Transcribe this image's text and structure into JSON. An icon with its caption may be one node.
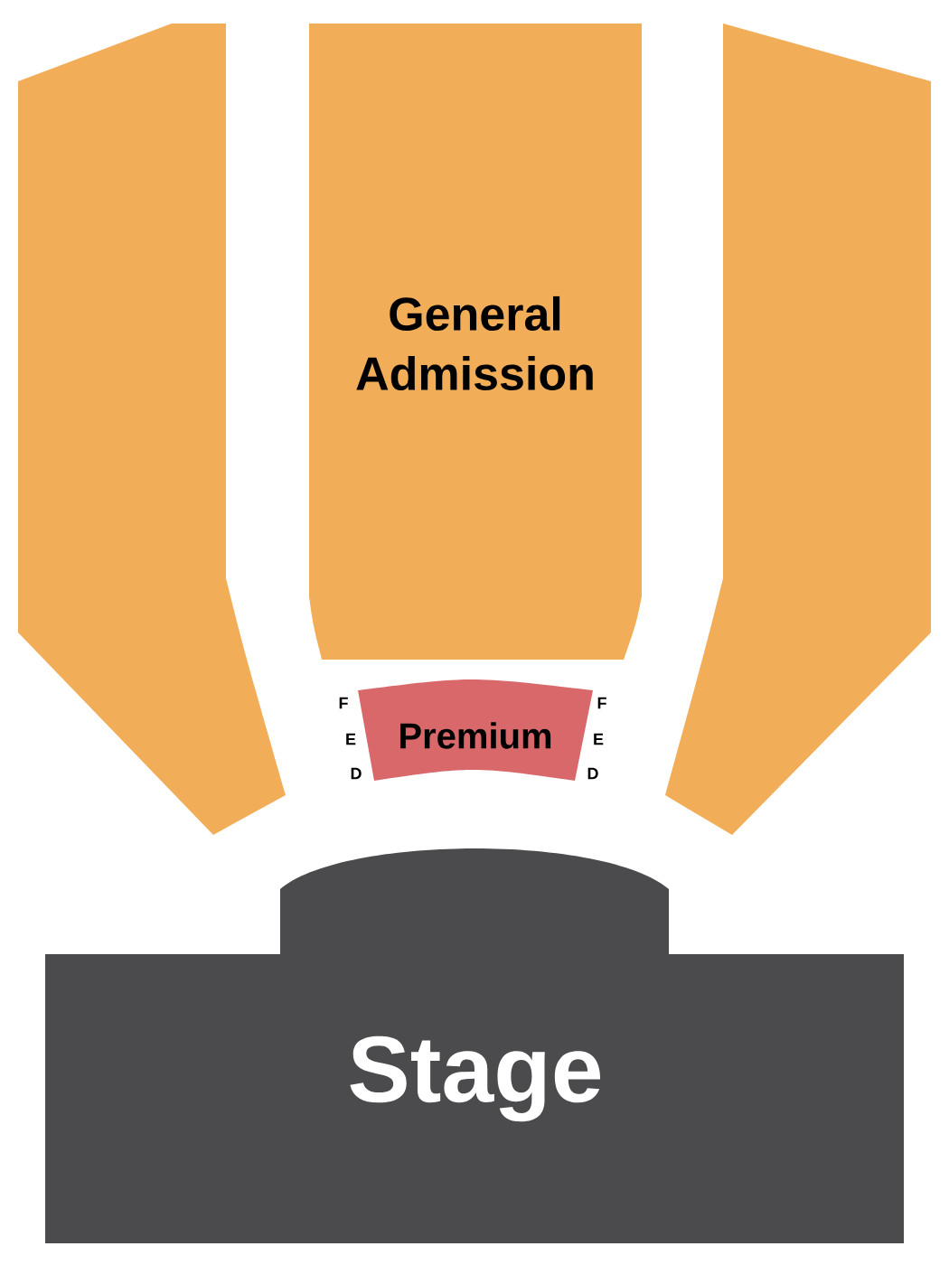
{
  "diagram": {
    "nodes": [
      {
        "text": [],
        "shape": "box"
      },
      {
        "text": [
          "General Admission"
        ]
      },
      {
        "text": [],
        "shape": "box"
      },
      {
        "text": [
          "Premium"
        ]
      },
      {
        "text": [
          "Stage"
        ]
      }
    ],
    "labels": [
      "F",
      "F",
      "E",
      "E",
      "D",
      "D"
    ]
  }
}
